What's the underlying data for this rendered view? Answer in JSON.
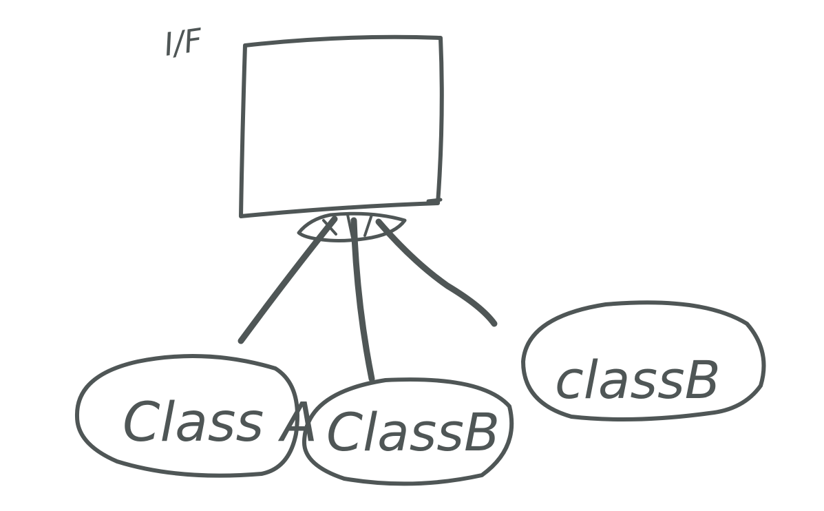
{
  "diagram": {
    "interface_label": "I/F",
    "nodes": [
      {
        "id": "class-a",
        "label": "Class A"
      },
      {
        "id": "class-b-1",
        "label": "ClassB"
      },
      {
        "id": "class-b-2",
        "label": "classB"
      }
    ],
    "edges": [
      {
        "from": "interface",
        "to": "class-a"
      },
      {
        "from": "interface",
        "to": "class-b-1"
      },
      {
        "from": "interface",
        "to": "class-b-2"
      }
    ]
  },
  "colors": {
    "ink": "#4f5656",
    "background": "#ffffff"
  }
}
